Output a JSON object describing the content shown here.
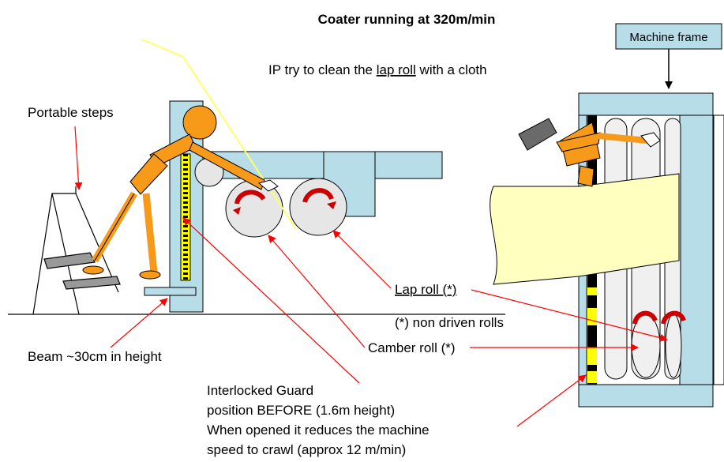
{
  "title": "Coater running at 320m/min",
  "subtitle_prefix": "IP try to clean the ",
  "subtitle_link": "lap roll",
  "subtitle_suffix": " with a cloth",
  "labels": {
    "machine_frame": "Machine frame",
    "portable_steps": "Portable steps",
    "beam": "Beam ~30cm in height",
    "lap_roll": "Lap roll (*)",
    "non_driven": "(*) non driven rolls",
    "camber_roll": "Camber roll (*)",
    "guard_line1": "Interlocked Guard",
    "guard_line2": " position BEFORE (1.6m height)",
    "guard_line3": "When opened it reduces the machine",
    "guard_line4": "speed to crawl (approx 12 m/min)"
  },
  "colors": {
    "machine": "#b7dde8",
    "person": "#f79a1a",
    "paper": "#ffffc0",
    "arrow": "#ff0000",
    "rotation": "#cc0000",
    "cord": "#ffff66",
    "guard": "#ffff00"
  }
}
